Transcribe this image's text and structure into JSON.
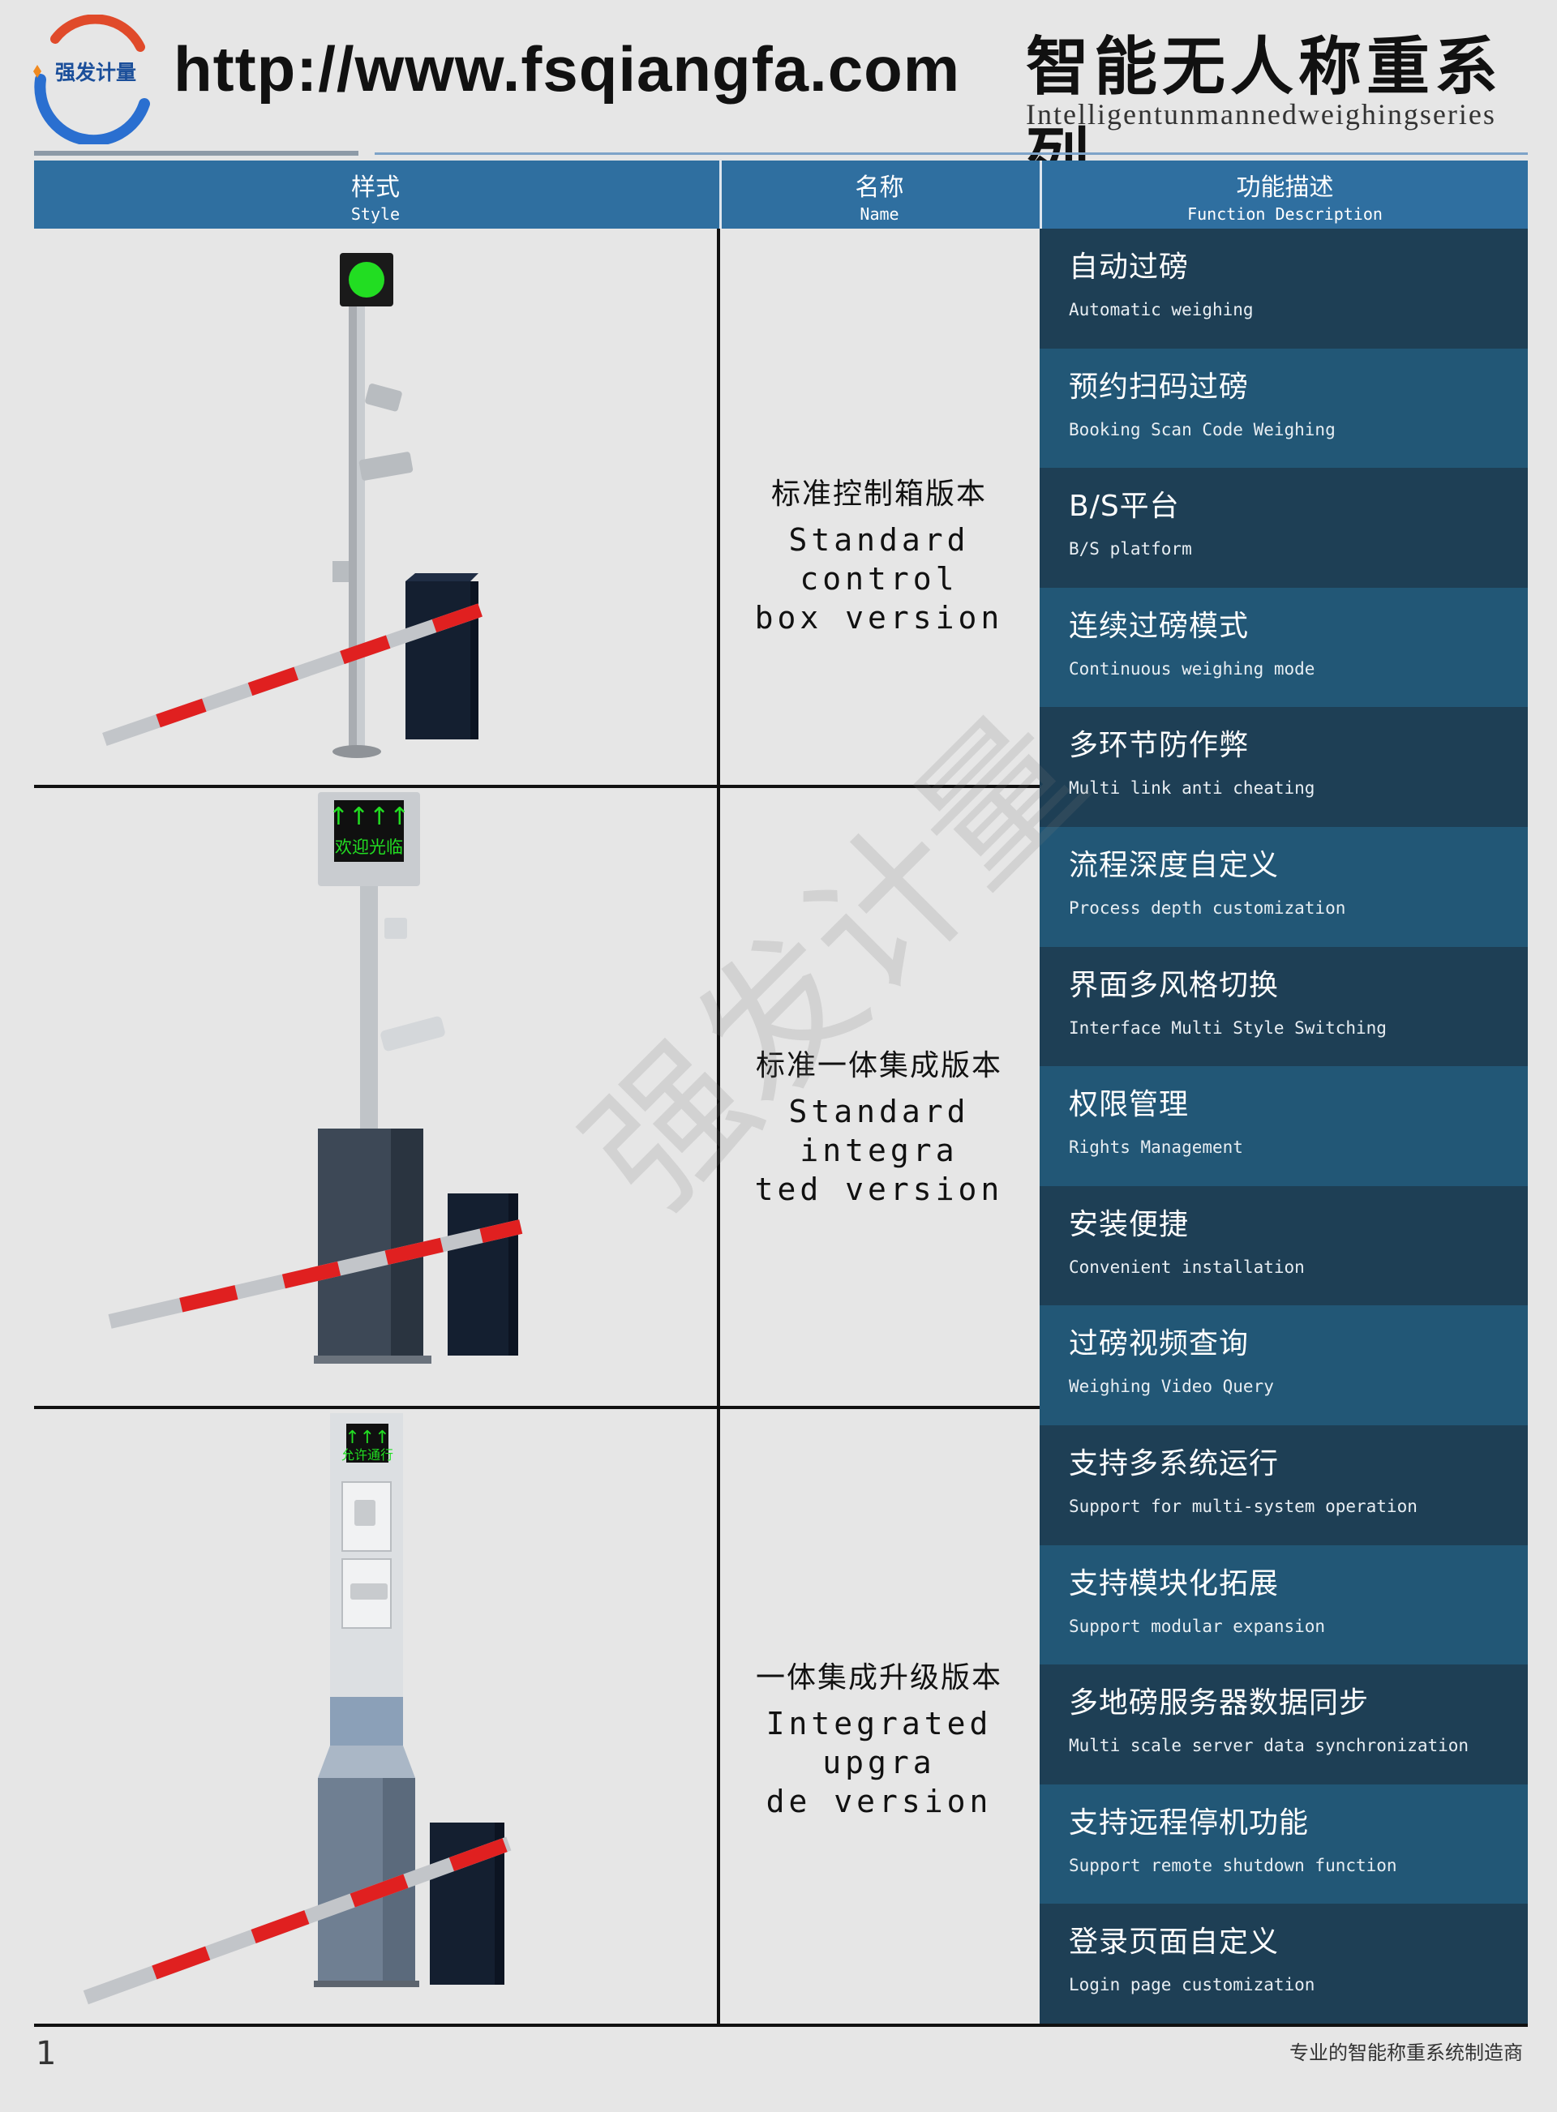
{
  "header": {
    "logo_text": "强发计量",
    "url": "http://www.fsqiangfa.com",
    "series_cn": "智能无人称重系列",
    "series_en": "Intelligentunmannedweighingseries"
  },
  "table": {
    "headers": [
      {
        "cn": "样式",
        "en": "Style"
      },
      {
        "cn": "名称",
        "en": "Name"
      },
      {
        "cn": "功能描述",
        "en": "Function Description"
      }
    ],
    "products": [
      {
        "name_cn": "标准控制箱版本",
        "name_en_1": "Standard control",
        "name_en_2": "box version",
        "sign_text": ""
      },
      {
        "name_cn": "标准一体集成版本",
        "name_en_1": "Standard integra",
        "name_en_2": "ted version",
        "sign_text": "欢迎光临"
      },
      {
        "name_cn": "一体集成升级版本",
        "name_en_1": "Integrated upgra",
        "name_en_2": "de version",
        "sign_text": "允许通行"
      }
    ],
    "functions": [
      {
        "cn": "自动过磅",
        "en": "Automatic weighing"
      },
      {
        "cn": "预约扫码过磅",
        "en": "Booking Scan Code Weighing"
      },
      {
        "cn": "B/S平台",
        "en": "B/S platform"
      },
      {
        "cn": "连续过磅模式",
        "en": "Continuous weighing mode"
      },
      {
        "cn": "多环节防作弊",
        "en": "Multi link anti cheating"
      },
      {
        "cn": "流程深度自定义",
        "en": "Process depth customization"
      },
      {
        "cn": "界面多风格切换",
        "en": "Interface Multi Style Switching"
      },
      {
        "cn": "权限管理",
        "en": "Rights Management"
      },
      {
        "cn": "安装便捷",
        "en": "Convenient installation"
      },
      {
        "cn": "过磅视频查询",
        "en": "Weighing Video Query"
      },
      {
        "cn": "支持多系统运行",
        "en": "Support for multi-system operation"
      },
      {
        "cn": "支持模块化拓展",
        "en": "Support modular expansion"
      },
      {
        "cn": "多地磅服务器数据同步",
        "en": "Multi scale server data synchronization"
      },
      {
        "cn": "支持远程停机功能",
        "en": "Support remote shutdown function"
      },
      {
        "cn": "登录页面自定义",
        "en": "Login page customization"
      }
    ]
  },
  "watermark": "强发计量",
  "footer": {
    "page_number": "1",
    "note": "专业的智能称重系统制造商"
  },
  "colors": {
    "header_blue": "#2f6fa0",
    "func_dark": "#1e3f55",
    "func_mid": "#225776",
    "barrier_red": "#e02020",
    "signal_green": "#22dd22"
  }
}
